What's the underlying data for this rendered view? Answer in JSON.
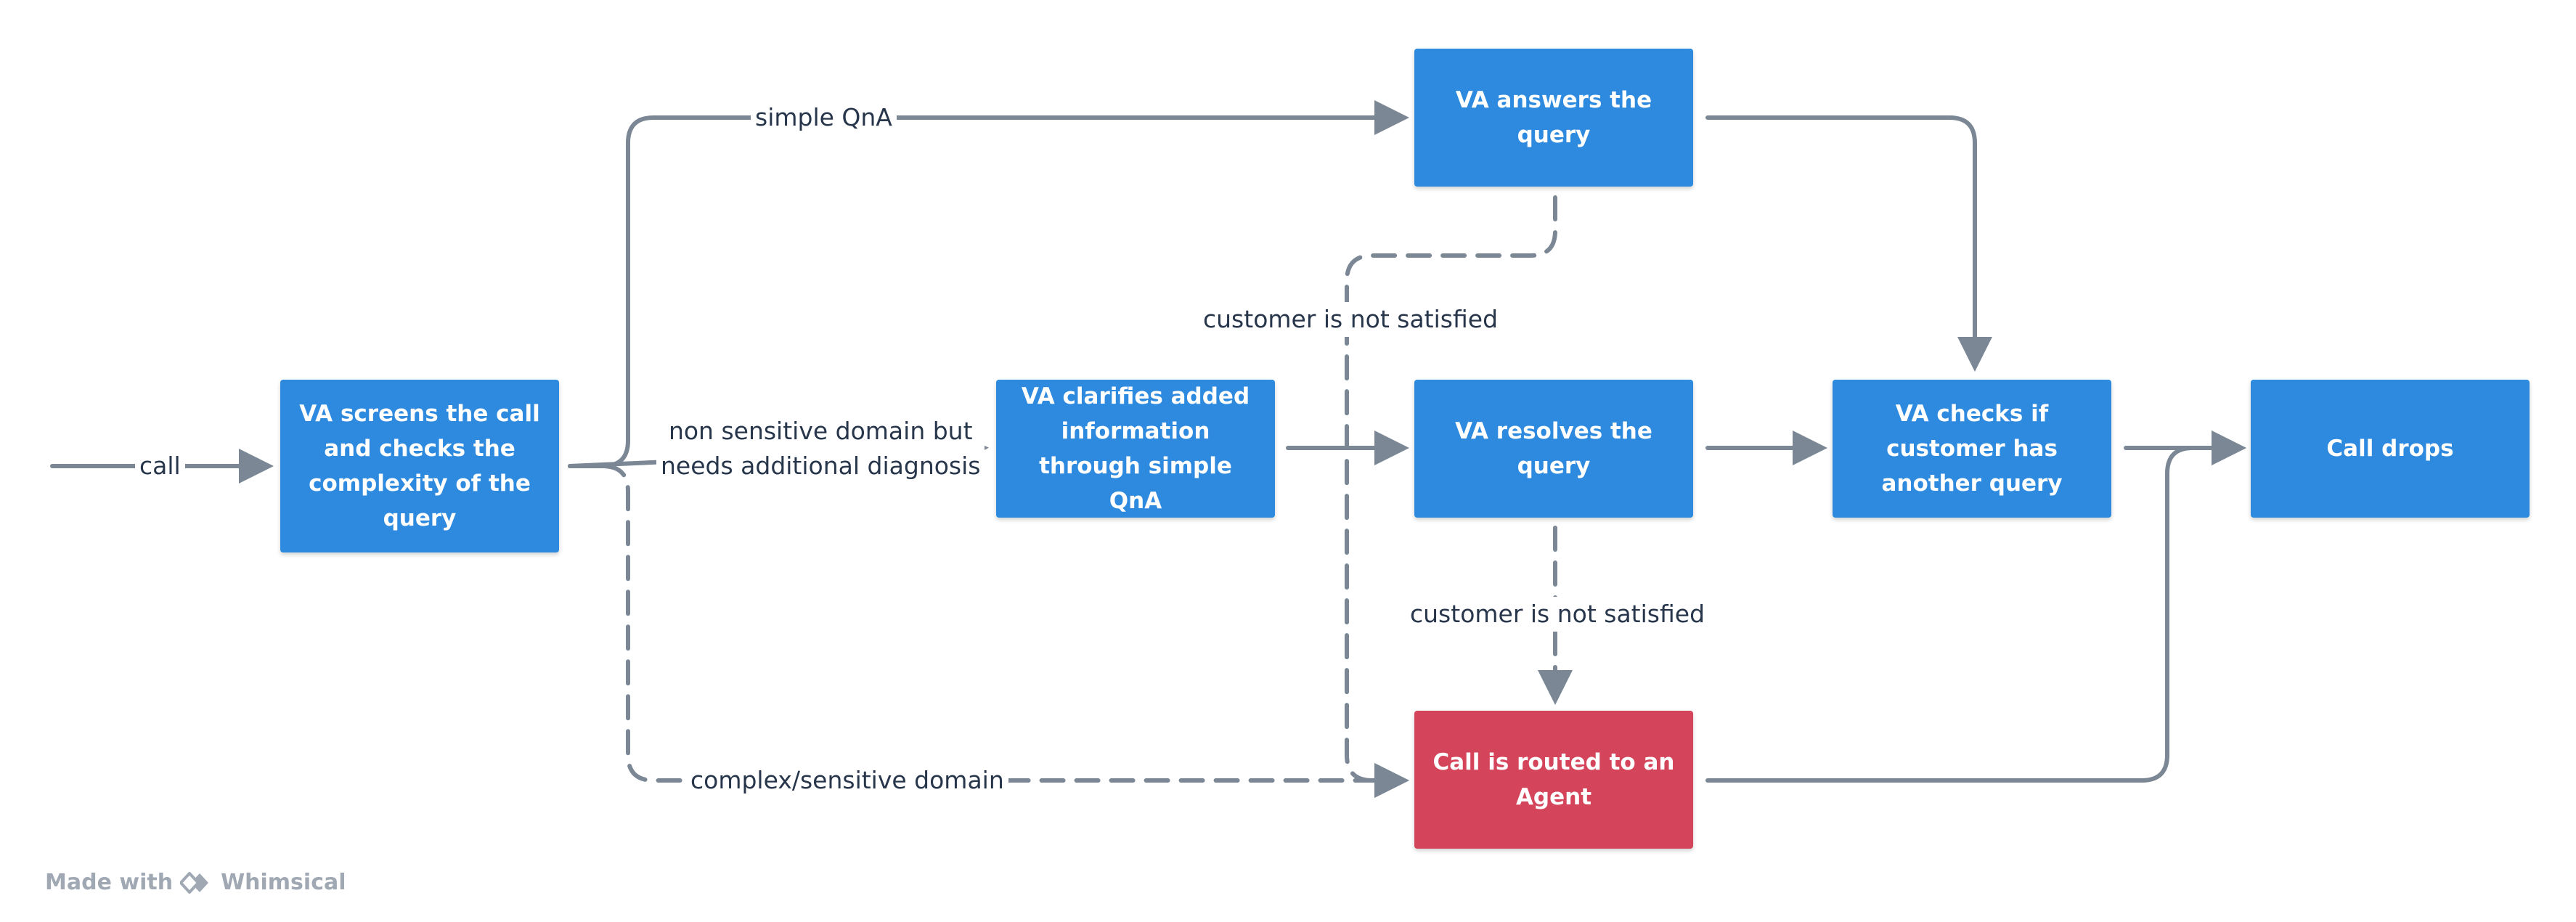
{
  "nodes": {
    "screen": "VA screens the call and checks the complexity of the query",
    "answers": "VA answers the query",
    "clarifies": "VA clarifies added information through simple QnA",
    "resolves": "VA resolves the query",
    "checks": "VA checks if customer has another query",
    "drops": "Call drops",
    "agent": "Call is routed to an Agent"
  },
  "edges": {
    "call": "call",
    "simple_qna": "simple QnA",
    "non_sensitive_line1": "non sensitive domain but",
    "non_sensitive_line2": "needs additional diagnosis",
    "complex": "complex/sensitive domain",
    "not_satisfied_top": "customer is not satisfied",
    "not_satisfied_mid": "customer is not satisfied"
  },
  "watermark": {
    "prefix": "Made with",
    "brand": "Whimsical"
  },
  "colors": {
    "node_blue": "#2D8ADE",
    "node_red": "#D4445B",
    "edge": "#7B8794",
    "label_text": "#27364B"
  }
}
